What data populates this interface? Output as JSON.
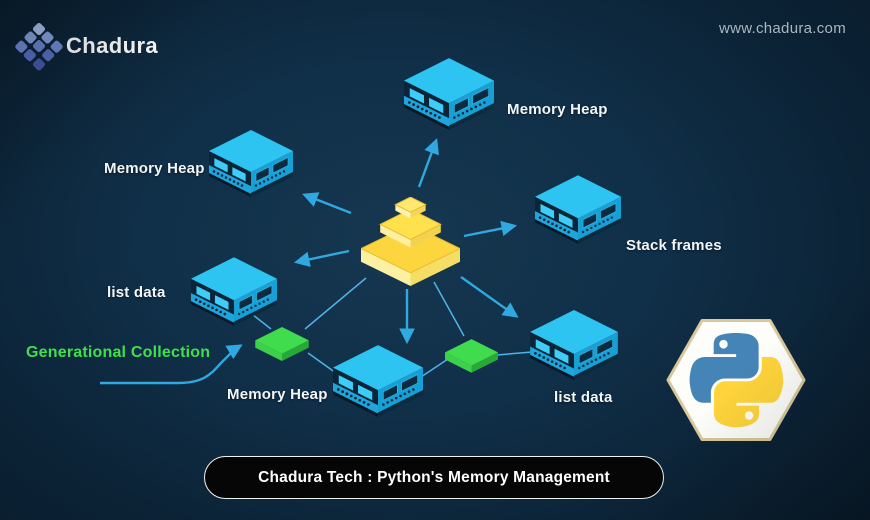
{
  "brand": {
    "name": "Chadura",
    "website": "www.chadura.com"
  },
  "banner": {
    "title": "Chadura Tech : Python's Memory Management"
  },
  "nodes": {
    "top_memory_heap": {
      "label": "Memory Heap"
    },
    "left_memory_heap": {
      "label": "Memory Heap"
    },
    "stack_frames": {
      "label": "Stack frames"
    },
    "left_list_data": {
      "label": "list data"
    },
    "bottom_memory_heap": {
      "label": "Memory Heap"
    },
    "right_list_data": {
      "label": "list data"
    }
  },
  "annotations": {
    "generational_collection": "Generational Collection"
  },
  "icons": {
    "brand_logo": "chadura-diamond-logo",
    "center_object": "python-object-stack-icon",
    "memory_block": "memory-block-icon",
    "collector_tile": "garbage-collector-tile-icon",
    "badge": "python-logo-icon"
  },
  "colors": {
    "background": "#0e2941",
    "arrow_cyan": "#2fa9e0",
    "block_cyan": "#2ec4f2",
    "block_dark": "#0b2438",
    "collector_green": "#3fdc4a",
    "green_text": "#3ee04c",
    "center_yellow": "#fcd53f",
    "python_blue": "#4584b6",
    "python_yellow": "#ffd43b",
    "badge_border": "#d9c89c"
  }
}
